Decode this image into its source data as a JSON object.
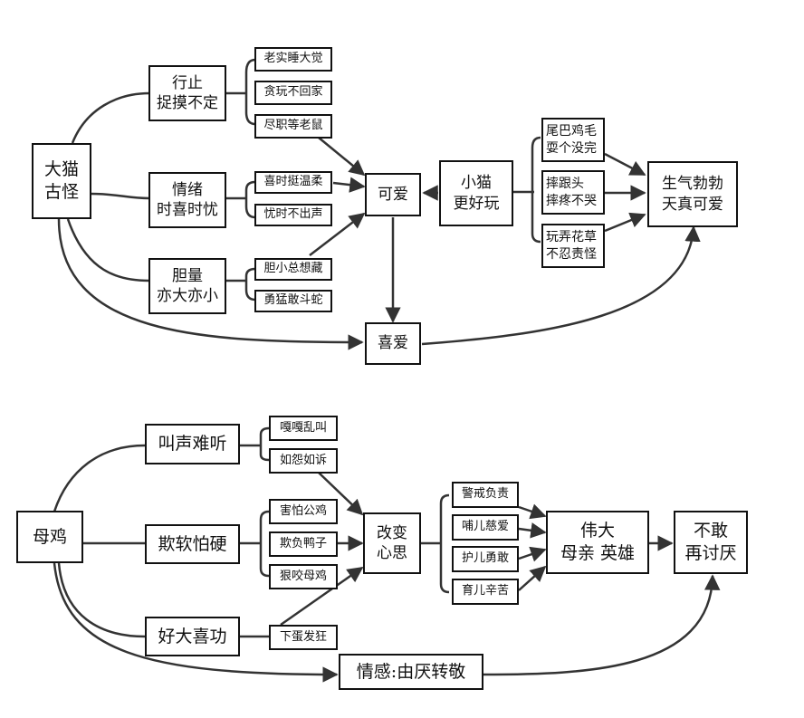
{
  "top": {
    "root": [
      "大猫",
      "古怪"
    ],
    "branches": [
      {
        "label": [
          "行止",
          "捉摸不定"
        ],
        "leaves": [
          "老实睡大觉",
          "贪玩不回家",
          "尽职等老鼠"
        ]
      },
      {
        "label": [
          "情绪",
          "时喜时忧"
        ],
        "leaves": [
          "喜时挺温柔",
          "忧时不出声"
        ]
      },
      {
        "label": [
          "胆量",
          "亦大亦小"
        ],
        "leaves": [
          "胆小总想藏",
          "勇猛敢斗蛇"
        ]
      }
    ],
    "cute": "可爱",
    "love": "喜爱",
    "kitten": [
      "小猫",
      "更好玩"
    ],
    "kitten_leaves": [
      [
        "尾巴鸡毛",
        "耍个没完"
      ],
      [
        "摔跟头",
        "摔疼不哭"
      ],
      [
        "玩弄花草",
        "不忍责怪"
      ]
    ],
    "result": [
      "生气勃勃",
      "天真可爱"
    ]
  },
  "bottom": {
    "root": "母鸡",
    "branches": [
      {
        "label": "叫声难听",
        "leaves": [
          "嘎嘎乱叫",
          "如怨如诉"
        ]
      },
      {
        "label": "欺软怕硬",
        "leaves": [
          "害怕公鸡",
          "欺负鸭子",
          "狠咬母鸡"
        ]
      },
      {
        "label": "好大喜功",
        "leaves": [
          "下蛋发狂"
        ]
      }
    ],
    "change": [
      "改变",
      "心思"
    ],
    "mother_traits": [
      "警戒负责",
      "哺儿慈爱",
      "护儿勇敢",
      "育儿辛苦"
    ],
    "great": [
      "伟大",
      "母亲 英雄"
    ],
    "result": [
      "不敢",
      "再讨厌"
    ],
    "emotion": "情感:由厌转敬"
  }
}
